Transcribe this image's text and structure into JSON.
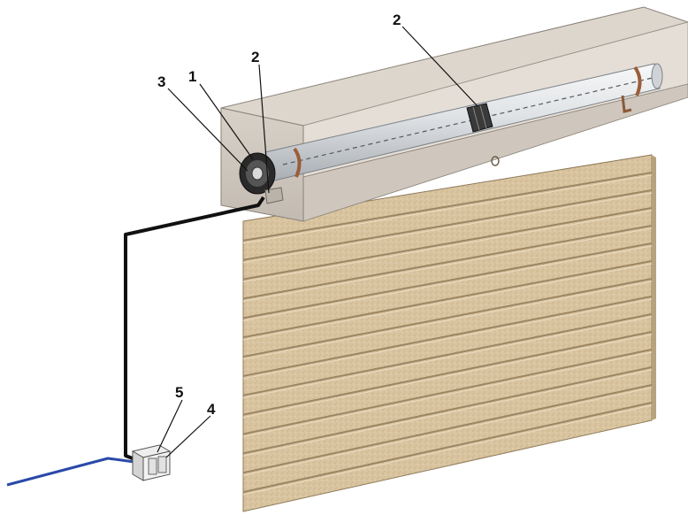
{
  "callouts": [
    {
      "id": "callout-1",
      "label": "1"
    },
    {
      "id": "callout-2-left",
      "label": "2"
    },
    {
      "id": "callout-2-right",
      "label": "2"
    },
    {
      "id": "callout-3",
      "label": "3"
    },
    {
      "id": "callout-4",
      "label": "4"
    },
    {
      "id": "callout-5",
      "label": "5"
    }
  ],
  "colors": {
    "housing_top": "#ddd6cd",
    "housing_front": "#cfc7bd",
    "housing_side": "#d7d0c6",
    "slat": "#d9c4a0",
    "slat_shadow": "#b39d78",
    "cable": "#111111",
    "supply_wire": "#2a4aa8",
    "tube": "#e6e8ea"
  }
}
